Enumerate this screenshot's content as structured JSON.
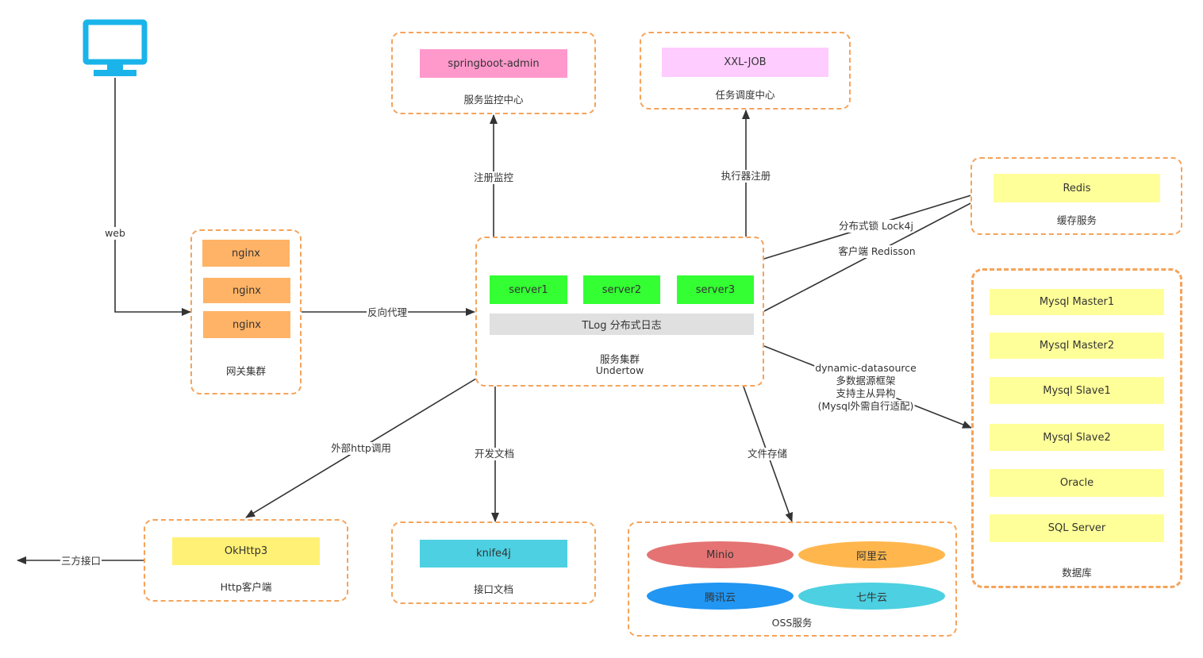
{
  "client": {
    "icon": "monitor-icon",
    "edge_label": "web"
  },
  "gateway": {
    "nodes": [
      "nginx",
      "nginx",
      "nginx"
    ],
    "caption": "网关集群"
  },
  "services": {
    "servers": [
      "server1",
      "server2",
      "server3"
    ],
    "tlog": "TLog 分布式日志",
    "caption_line1": "服务集群",
    "caption_line2": "Undertow"
  },
  "monitor": {
    "node": "springboot-admin",
    "caption": "服务监控中心"
  },
  "scheduler": {
    "node": "XXL-JOB",
    "caption": "任务调度中心"
  },
  "cache": {
    "node": "Redis",
    "caption": "缓存服务"
  },
  "database": {
    "nodes": [
      "Mysql Master1",
      "Mysql Master2",
      "Mysql Slave1",
      "Mysql Slave2",
      "Oracle",
      "SQL Server"
    ],
    "caption": "数据库"
  },
  "http_client": {
    "node": "OkHttp3",
    "caption": "Http客户端"
  },
  "api_docs": {
    "node": "knife4j",
    "caption": "接口文档"
  },
  "oss": {
    "nodes": [
      "Minio",
      "阿里云",
      "腾讯云",
      "七牛云"
    ],
    "caption": "OSS服务"
  },
  "edges": {
    "reverse_proxy": "反向代理",
    "register_monitor": "注册监控",
    "executor_register": "执行器注册",
    "lock4j": "分布式锁 Lock4j",
    "redisson": "客户端 Redisson",
    "datasource_1": "dynamic-datasource",
    "datasource_2": "多数据源框架",
    "datasource_3": "支持主从异构",
    "datasource_4": "(Mysql外需自行适配)",
    "external_http": "外部http调用",
    "dev_docs": "开发文档",
    "file_storage": "文件存储",
    "third_party": "三方接口"
  },
  "colors": {
    "group_border": "#f5a35a",
    "nginx": "#ffb366",
    "server": "#33ff33",
    "tlog": "#e0e0e0",
    "springboot_admin": "#ff99cc",
    "xxl_job": "#ffccff",
    "yellow_node": "#ffff99",
    "okhttp": "#fff176",
    "knife4j": "#4dd0e1",
    "minio": "#e57373",
    "aliyun": "#ffb74d",
    "tencent": "#2196f3",
    "qiniu": "#4dd0e1",
    "monitor": "#1ab4ea"
  }
}
